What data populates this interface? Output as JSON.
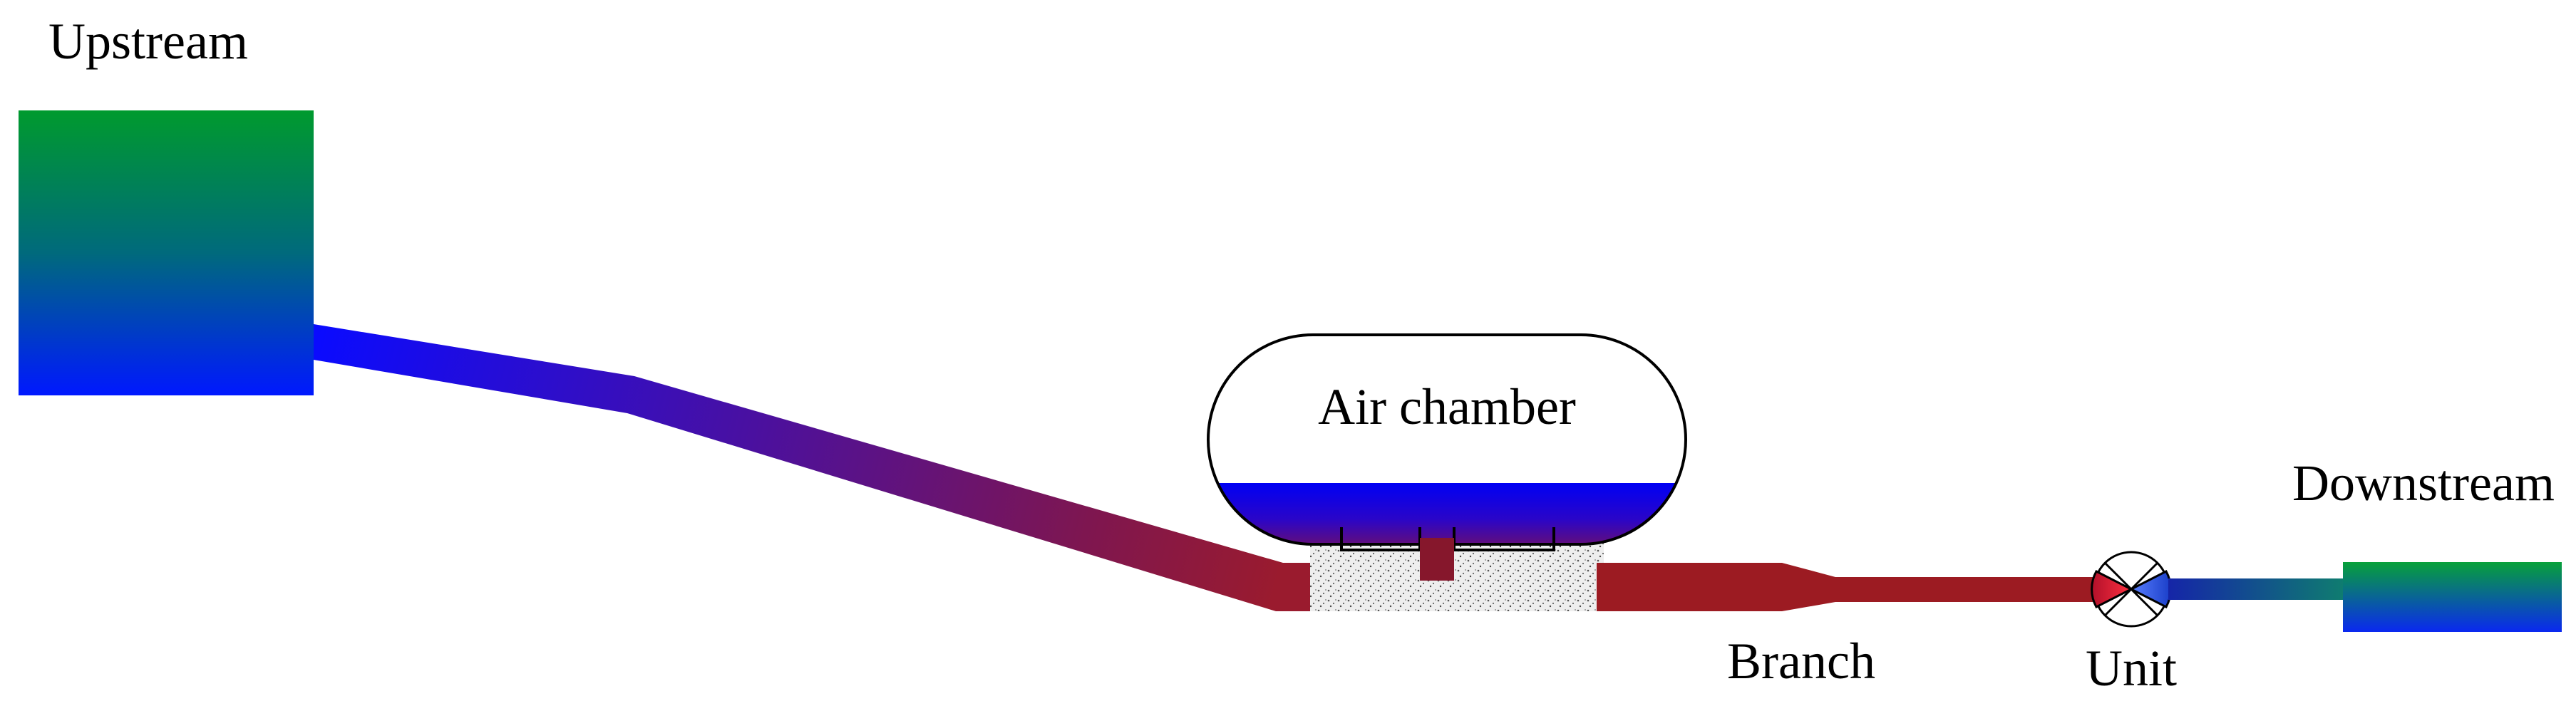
{
  "labels": {
    "upstream": "Upstream",
    "air_chamber": "Air chamber",
    "downstream": "Downstream",
    "branch": "Branch",
    "unit": "Unit"
  },
  "colors": {
    "background": "#ffffff",
    "upstream_reservoir_top": "#009a2e",
    "upstream_reservoir_bottom": "#0018ff",
    "downstream_reservoir_top": "#08a13a",
    "downstream_reservoir_bottom": "#0a28f0",
    "pipe_upstream_end": "#0a0bff",
    "pipe_mid": "#5a1478",
    "pipe_downstream_end": "#9e1c22",
    "tailrace_pipe_left": "#0f1fa8",
    "tailrace_pipe_right": "#0f7c70",
    "air_chamber_water": "#0000f4",
    "air_chamber_outline": "#000000",
    "foundation_fill": "#e8e8e8",
    "valve_left": "#e0192a",
    "valve_right": "#2d5cf0"
  },
  "icons": {
    "unit_valve": "butterfly-valve-icon",
    "air_chamber": "surge-tank-icon"
  }
}
